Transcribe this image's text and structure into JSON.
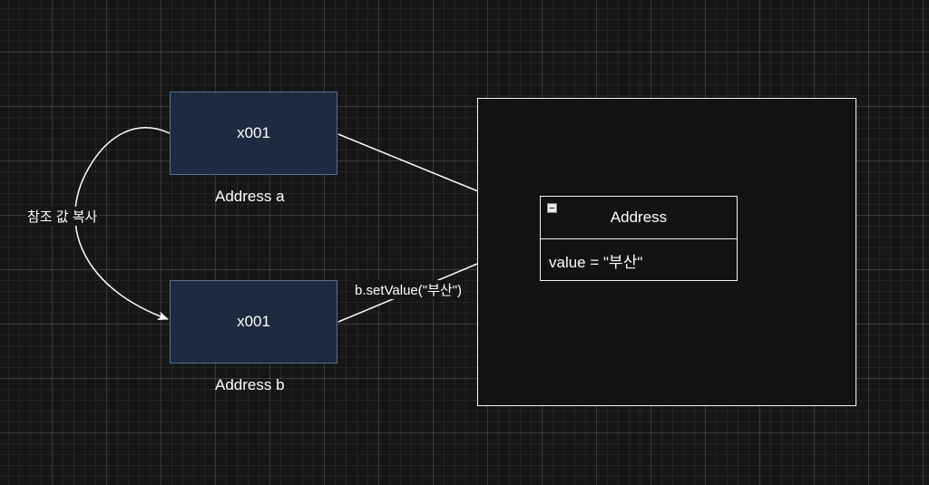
{
  "variables": [
    {
      "value": "x001",
      "caption": "Address a"
    },
    {
      "value": "x001",
      "caption": "Address b"
    }
  ],
  "heap_object": {
    "class_name": "Address",
    "field": "value = \"부산\""
  },
  "edges": {
    "copy_label": "참조 값 복사",
    "call_label": "b.setValue(\"부산\")"
  },
  "colors": {
    "background": "#161616",
    "ref_box_fill": "#1d2a3f",
    "ref_box_border": "#5a6f90",
    "line": "#ffffff"
  }
}
